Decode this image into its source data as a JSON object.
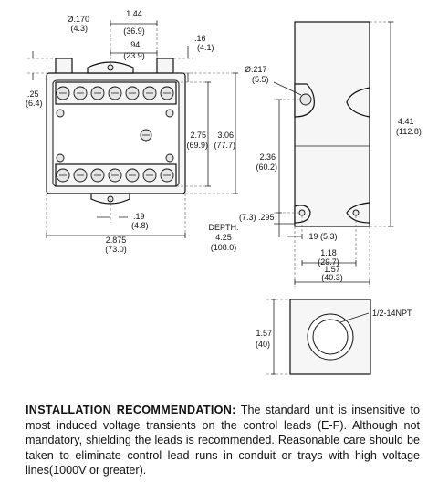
{
  "front_view": {
    "dim_hole": "Ø.170",
    "dim_hole_mm": "(4.3)",
    "dim_width_top": "1.44",
    "dim_width_top_mm": "(36.9)",
    "dim_spacing": ".94",
    "dim_spacing_mm": "(23.9)",
    "dim_offset_top": ".16",
    "dim_offset_top_mm": "(4.1)",
    "dim_left_gap": ".25",
    "dim_left_gap_mm": "(6.4)",
    "dim_inner_height": "2.75",
    "dim_inner_height_mm": "(69.9)",
    "dim_outer_height": "3.06",
    "dim_outer_height_mm": "(77.7)",
    "dim_bottom_offset": ".19",
    "dim_bottom_offset_mm": "(4.8)",
    "dim_overall_width": "2.875",
    "dim_overall_width_mm": "(73.0)",
    "depth_label": "DEPTH:",
    "depth_value": "4.25",
    "depth_value_mm": "(108.0)"
  },
  "side_view": {
    "dim_hole": "Ø.217",
    "dim_hole_mm": "(5.5)",
    "dim_mid_height": "2.36",
    "dim_mid_height_mm": "(60.2)",
    "dim_bottom": "(7.3) .295",
    "dim_total_height": "4.41",
    "dim_total_height_mm": "(112.8)",
    "dim_edge": ".19 (5.3)",
    "dim_hole_spacing": "1.18",
    "dim_hole_spacing_mm": "(29.7)",
    "dim_width": "1.57",
    "dim_width_mm": "(40.3)"
  },
  "end_view": {
    "dim_height": "1.57",
    "dim_height_mm": "(40)",
    "conduit_label": "1/2-14NPT"
  },
  "installation": {
    "heading": "INSTALLATION RECOMMENDATION:",
    "body": "The standard unit is insensitive to most induced voltage transients on the control leads (E-F). Although not mandatory, shielding the leads is recommended. Reasonable care should be taken to eliminate control lead runs in conduit or trays with high voltage lines(1000V or greater)."
  }
}
